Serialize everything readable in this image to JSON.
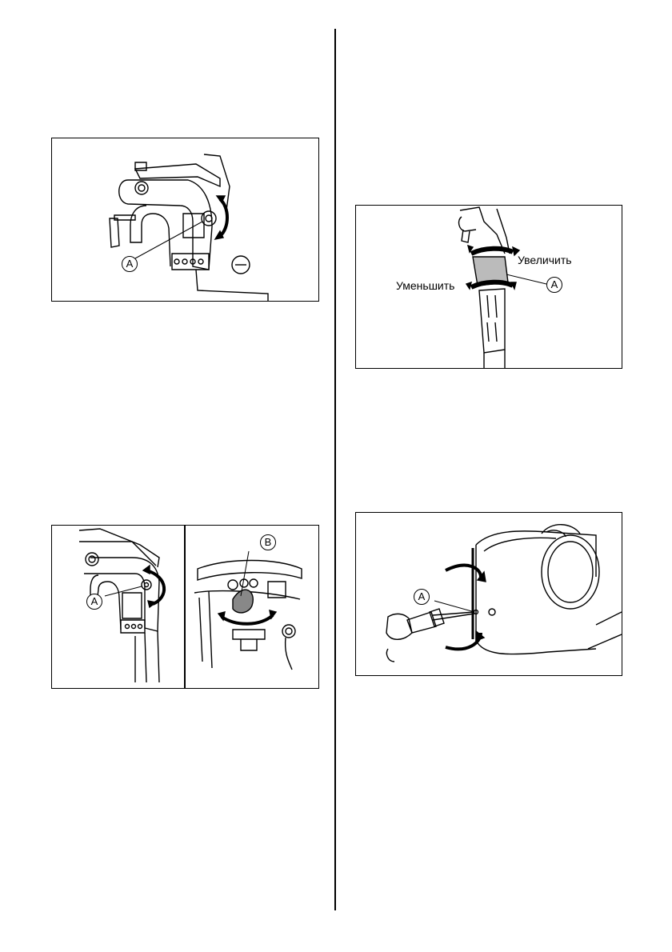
{
  "figures": {
    "fig1": {
      "callout_a": "A"
    },
    "fig2": {
      "callout_a": "A",
      "label_increase": "Увеличить",
      "label_decrease": "Уменьшить"
    },
    "fig3": {
      "callout_a": "A",
      "callout_b": "B"
    },
    "fig4": {
      "callout_a": "A"
    }
  }
}
